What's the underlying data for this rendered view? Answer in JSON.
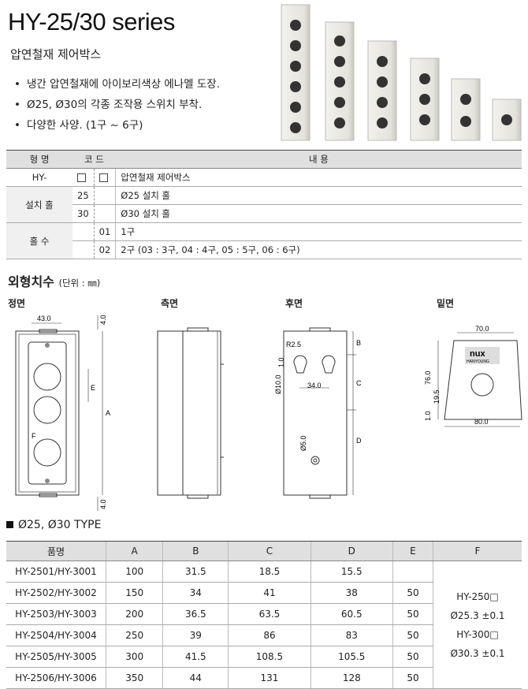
{
  "header": {
    "title": "HY-25/30 series",
    "subtitle": "압연철재 제어박스"
  },
  "features": [
    "냉간 압연철재에 아이보리색상 에나멜 도장.",
    "Ø25, Ø30의 각종 조작용 스위치 부착.",
    "다양한 사양. (1구 ~ 6구)"
  ],
  "spec_table": {
    "headers": {
      "type": "형 명",
      "code": "코 드",
      "content": "내 용"
    },
    "rows": [
      {
        "label": "HY-",
        "code": "",
        "content": "압연철재 제어박스"
      },
      {
        "label": "설치 홀",
        "code": "25",
        "content": "Ø25 설치 홀"
      },
      {
        "label": "",
        "code": "30",
        "content": "Ø30 설치 홀"
      },
      {
        "label": "홀 수",
        "code": "01",
        "content": "1구"
      },
      {
        "label": "",
        "code": "02",
        "content": "2구 (03 : 3구, 04 : 4구, 05 : 5구, 06 : 6구)"
      }
    ]
  },
  "dimensions_section": {
    "title": "외형치수",
    "unit": "(단위 : ㎜)",
    "views": {
      "front": "정면",
      "side": "측면",
      "rear": "후면",
      "bottom": "밑면"
    },
    "front_labels": {
      "width": "43.0",
      "top": "4.0",
      "bottom": "4.0",
      "a": "A",
      "e": "E",
      "f": "F"
    },
    "rear_labels": {
      "r": "R2.5",
      "hole": "Ø10.0",
      "h1": "1.0",
      "pitch": "34.0",
      "small": "Ø5.0",
      "b": "B",
      "c": "C",
      "d": "D"
    },
    "bottom_labels": {
      "top": "70.0",
      "height": "76.0",
      "h2": "19.5",
      "h3": "1.0",
      "width": "80.0",
      "logo": "nux",
      "logo2": "HANYOUNG"
    }
  },
  "type_title": "Ø25, Ø30 TYPE",
  "dim_table": {
    "headers": [
      "품명",
      "A",
      "B",
      "C",
      "D",
      "E",
      "F"
    ],
    "rows": [
      [
        "HY-2501/HY-3001",
        "100",
        "31.5",
        "18.5",
        "15.5",
        ""
      ],
      [
        "HY-2502/HY-3002",
        "150",
        "34",
        "41",
        "38",
        "50"
      ],
      [
        "HY-2503/HY-3003",
        "200",
        "36.5",
        "63.5",
        "60.5",
        "50"
      ],
      [
        "HY-2504/HY-3004",
        "250",
        "39",
        "86",
        "83",
        "50"
      ],
      [
        "HY-2505/HY-3005",
        "300",
        "41.5",
        "108.5",
        "105.5",
        "50"
      ],
      [
        "HY-2506/HY-3006",
        "350",
        "44",
        "131",
        "128",
        "50"
      ]
    ],
    "f_col": [
      "HY-250□",
      "Ø25.3 ±0.1",
      "HY-300□",
      "Ø30.3 ±0.1"
    ]
  }
}
